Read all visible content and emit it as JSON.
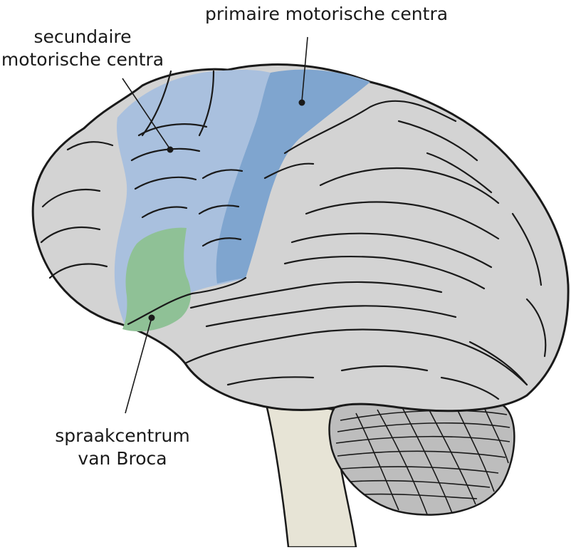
{
  "labels": {
    "primary": "primaire motorische centra",
    "secondary_line1": "secundaire",
    "secondary_line2": "motorische centra",
    "broca_line1": "spraakcentrum",
    "broca_line2": "van Broca"
  },
  "colors": {
    "brain_fill": "#d3d3d3",
    "primary_motor": "#7fa5cf",
    "secondary_motor": "#a9c0de",
    "broca": "#8fc196",
    "brainstem": "#e7e4d6",
    "cerebellum": "#bdbdbd",
    "outline": "#1a1a1a"
  }
}
